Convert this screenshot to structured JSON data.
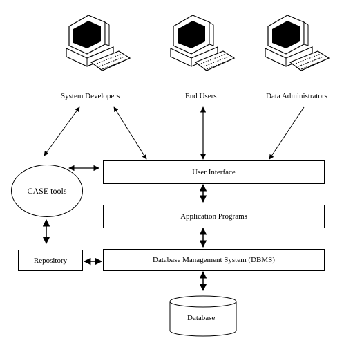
{
  "users": {
    "developers": "System Developers",
    "end_users": "End Users",
    "admins": "Data Administrators"
  },
  "components": {
    "case_tools": "CASE tools",
    "user_interface": "User Interface",
    "application_programs": "Application Programs",
    "repository": "Repository",
    "dbms": "Database Management System (DBMS)",
    "database": "Database"
  },
  "icons": [
    "computer-icon",
    "computer-icon",
    "computer-icon",
    "database-cylinder-icon"
  ]
}
